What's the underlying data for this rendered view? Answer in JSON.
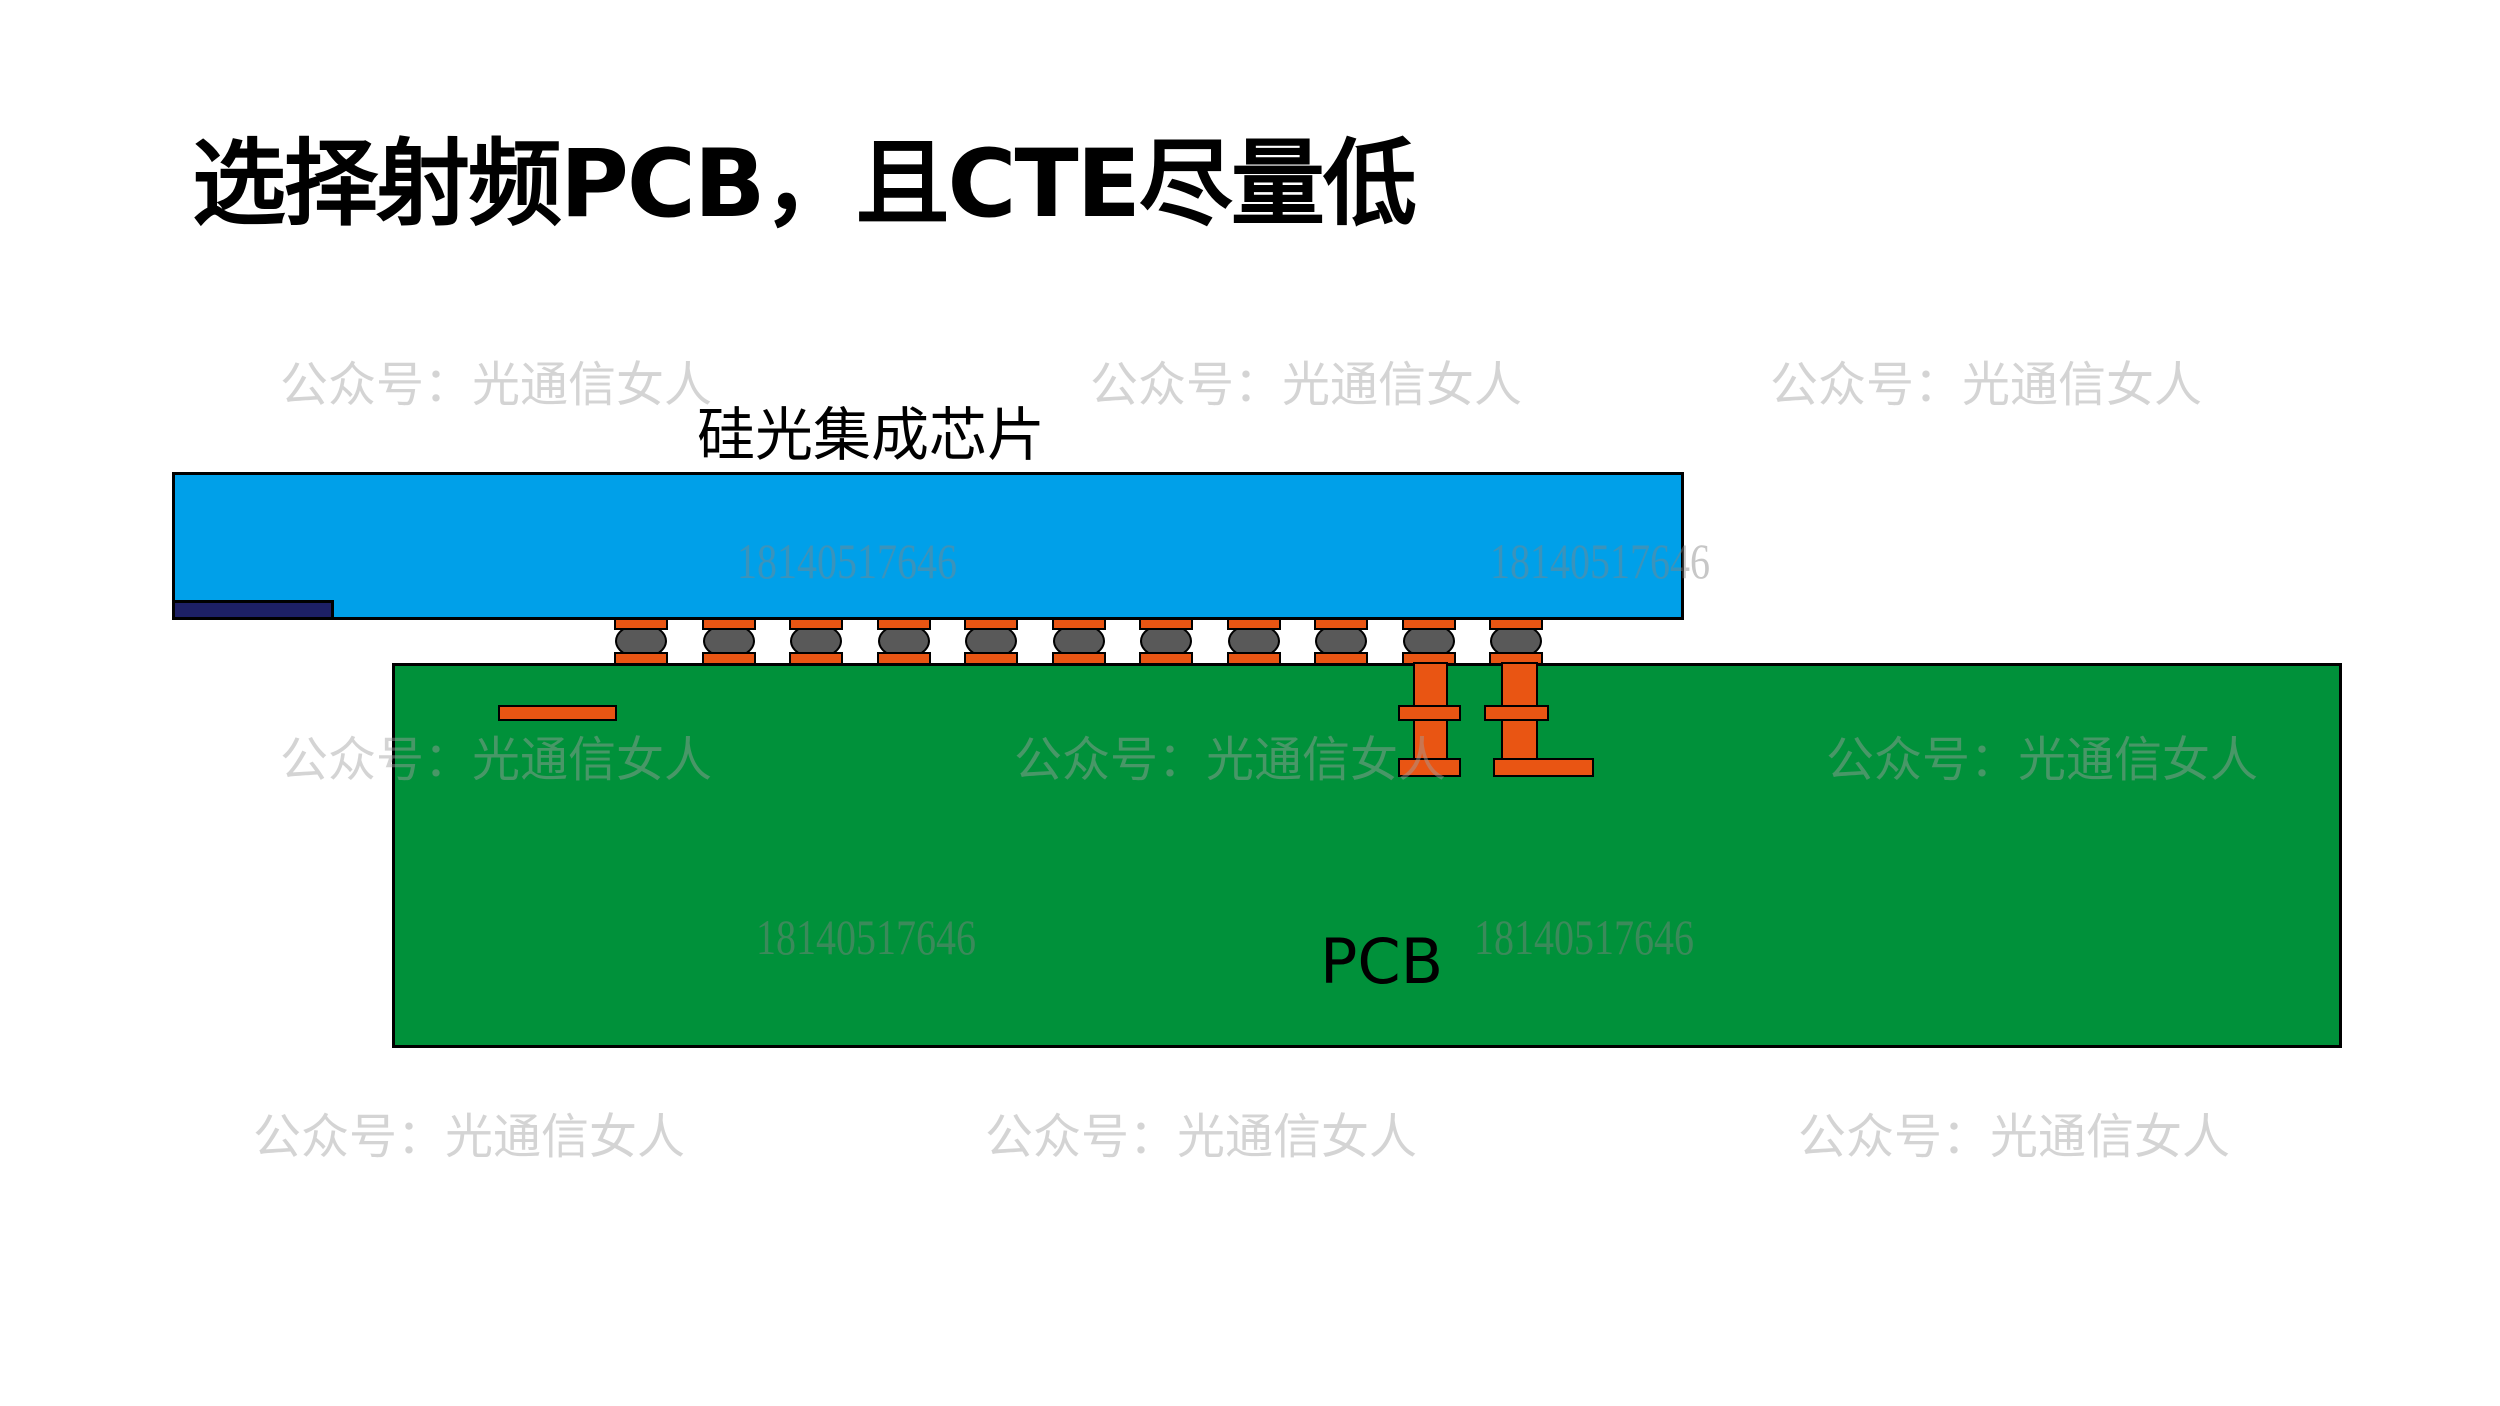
{
  "title": "选择射频PCB，且CTE尽量低",
  "chip_label": "硅光集成芯片",
  "pcb_label": "PCB",
  "bump_count": 11,
  "colors": {
    "chip": "#00A0E9",
    "pcb": "#00913A",
    "copper": "#E95513",
    "solder_ball": "#595959",
    "waveguide": "#1D2065"
  },
  "watermarks": {
    "account": [
      "公众号：光通信女人",
      "公众号：光通信女人",
      "公众号：光通信女人",
      "公众号：光通信女人",
      "公众号：光通信女人",
      "公众号：光通信女人",
      "公众号：光通信女人",
      "公众号：光通信女人",
      "公众号：光通信女人"
    ],
    "number": [
      "18140517646",
      "18140517646",
      "18140517646",
      "18140517646"
    ]
  }
}
